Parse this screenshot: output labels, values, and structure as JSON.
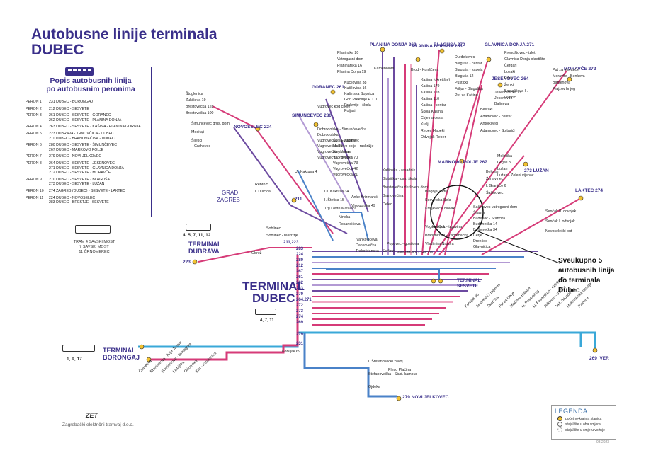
{
  "title": {
    "line1": "Autobusne linije terminala",
    "line2": "DUBEC"
  },
  "legend_panel": {
    "heading_line1": "Popis autobusnih linija",
    "heading_line2": "po autobusnim peronima",
    "perons": [
      {
        "label": "PERON 1",
        "lines": [
          "231 DUBEC - BORONGAJ"
        ]
      },
      {
        "label": "PERON 2",
        "lines": [
          "212 DUBEC - SESVETE"
        ]
      },
      {
        "label": "PERON 3",
        "lines": [
          "261 DUBEC - SESVETE - GORANEC",
          "262 DUBEC - SESVETE - PLANINA DONJA"
        ]
      },
      {
        "label": "PERON 4",
        "lines": [
          "263 DUBEC - SESVETE - KAŠINA - PLANINA GORNJA"
        ]
      },
      {
        "label": "PERON 5",
        "lines": [
          "223 DUBRAVA - TRNOVČICA - DUBEC",
          "211 DUBEC - BRANOVEČINA - DUBEC"
        ]
      },
      {
        "label": "PERON 6",
        "lines": [
          "280 DUBEC - SESVETE - ŠIMUNČEVEC",
          "267 DUBEC - MARKOVO POLJE"
        ]
      },
      {
        "label": "PERON 7",
        "lines": [
          "279 DUBEC - NOVI JELKOVEC"
        ]
      },
      {
        "label": "PERON 8",
        "lines": [
          "264 DUBEC - SESVETE - JESENOVEC",
          "271 DUBEC - SESVETE - GLAVNICA DONJA",
          "272 DUBEC - SESVETE - MORAVČE"
        ]
      },
      {
        "label": "PERON 9",
        "lines": [
          "270 DUBEC - SESVETE - BLAGUŠA",
          "273 DUBEC - SESVETE - LUŽAN"
        ]
      },
      {
        "label": "PERON 10",
        "lines": [
          "274 ZAGREB (DUBEC) - SESVETE - LAKTEC"
        ]
      },
      {
        "label": "PERON 11",
        "lines": [
          "224 DUBEC - NOVOSELEC",
          "283 DUBEC - BRESTJE - SESVETE"
        ]
      }
    ],
    "tram_lines": [
      "TRAM 4 SAVSKI MOST",
      "7 SAVSKI MOST",
      "11 ČRNOMEREC"
    ]
  },
  "terminals": {
    "dubec": {
      "name1": "TERMINAL",
      "name2": "DUBEC",
      "trams": "4, 7, 11"
    },
    "dubrava": {
      "name1": "TERMINAL",
      "name2": "DUBRAVA",
      "trams": "4, 5, 7, 11, 12"
    },
    "borongaj": {
      "name1": "TERMINAL",
      "name2": "BORONGAJ",
      "trams": "1, 9, 17"
    },
    "sesvete": {
      "name1": "TERMINAL",
      "name2": "SESVETE"
    },
    "grad": {
      "name1": "GRAD",
      "name2": "ZAGREB"
    }
  },
  "endpoints": [
    {
      "id": "262",
      "text": "PLANINA DONJA 262"
    },
    {
      "id": "263",
      "text": "PLANINA GORNJA 263"
    },
    {
      "id": "270",
      "text": "BLAGUŠA 270"
    },
    {
      "id": "271",
      "text": "GLAVNICA DONJA 271"
    },
    {
      "id": "272",
      "text": "MORAVČE 272"
    },
    {
      "id": "264",
      "text": "JESENOVEC 264"
    },
    {
      "id": "261",
      "text": "GORANEC 261"
    },
    {
      "id": "280",
      "text": "ŠIMUNČEVEC 280"
    },
    {
      "id": "224",
      "text": "NOVOSELEC 224"
    },
    {
      "id": "267",
      "text": "MARKOVO POLJE 267"
    },
    {
      "id": "273",
      "text": "273 LUŽAN"
    },
    {
      "id": "274",
      "text": "LAKTEC 274"
    },
    {
      "id": "211",
      "text": "211"
    },
    {
      "id": "223",
      "text": "223"
    },
    {
      "id": "269",
      "text": "269 IVER"
    },
    {
      "id": "279",
      "text": "279 NOVI JELKOVEC"
    }
  ],
  "stops": [
    "Planinska 20",
    "Vatrogasni dom",
    "Planinarska 16",
    "Planina Donja 19",
    "Kamenolom",
    "Kučilovina 38",
    "Kučilovina 16",
    "Kašinska Sopnica",
    "Gor. Prekvrije P. I. T.",
    "Prekvrije - škola",
    "Poljaki",
    "Brod - Kunščeva",
    "Kašina (okretište)",
    "Kašina 179",
    "Kašina 128",
    "Kašina 110",
    "Kašina - centar",
    "Škola Kašina",
    "Cvjetna cesta",
    "Kralji",
    "Reber, Habeki",
    "Odvojak Reber",
    "Đurđekovec",
    "Blaguša - centar",
    "Blaguša - kapela",
    "Blaguša 12",
    "Pustički",
    "Friljur - Blaguška",
    "Put za Kašinu",
    "Prepuštovec - izlet.",
    "Glavnica Donja okretište",
    "Čergari",
    "Lozaki",
    "Pilati",
    "Ženki",
    "Bastalićeva II.",
    "Filipčići",
    "Put za Moravče",
    "Moravče - Benkova",
    "Bahlenova",
    "Prajzov brijeg",
    "Jesenovečka 29",
    "Jesenovec",
    "Balićeva",
    "Beštaki",
    "Adamovec - centar",
    "Antolkovići",
    "Adamovec - Soltarići",
    "Molnička",
    "Grgati 8",
    "Lužan",
    "Lužan - Zeleni vijenac",
    "Belovar",
    "Žerjavinec",
    "I. Granjiće 6",
    "Šašinovec",
    "Šašinovec vatrogasni dom",
    "Šijavrh",
    "Budenec - Stančira",
    "Budenečka 14",
    "Budenečka 34",
    "Cerje",
    "Drenčec",
    "Glavničica",
    "Šenčak II. odvojak",
    "Šenčak I. odvojak",
    "Novoselečki put",
    "Štuglenica",
    "Žukićeva 19",
    "Brestovečka 128",
    "Brestovečka 100",
    "Šimunčevec druš. dom",
    "Modifaji",
    "Šiletići",
    "Grahovec",
    "Dobrodolska - Šimunčevečka",
    "Dobrodolska",
    "Vugrovečka - Grijakova",
    "Vugrovečka 58",
    "Vugrovečka - Vukasi",
    "Vugrovec D. - groblje",
    "Vugrovec kod crkve",
    "Škola Vugrovec",
    "Markovo polje - raskrižje",
    "Aleja mira",
    "Vugrovečka 70",
    "Vugrovečka 73",
    "Vugrovečka 42",
    "Vugrovečka 21",
    "Kašinska - rasadnik",
    "Bistrička - osn. škola",
    "Brestovečka društveni dom",
    "Branovečina",
    "Delec",
    "Anke Krizmanić",
    "Vinogorska 49",
    "Rebro 5",
    "I. Dulčića",
    "Ul. Kaktusa 4",
    "Ul. Kaktusa 34",
    "I. Štefica 15",
    "Trg Lovre Matačića",
    "Ninska",
    "Rosandićeva",
    "Ivankovićeva",
    "Dankovečka",
    "Trakošćanska - Selčina",
    "Popovec - gostiona",
    "Varaždinska - Selčina",
    "Soblinec",
    "Soblinec - raskrižje",
    "Obrež",
    "Vugrovečka",
    "Branimirova - Zagrebačka",
    "Vladimira Nazora",
    "Blagoja Zadra",
    "Sesvetska Sela",
    "Kraljevečki Novaki",
    "Kobiljak - trgovina",
    "Kobiljak 69",
    "Kobiljak 96",
    "Sesvetski Kraljevec",
    "Škorička",
    "Put za Cerje",
    "Mladena Halape",
    "Lj. Posavskog",
    "Lj. Posavskog - Kelekova",
    "Jelkovec - tržnica",
    "144. brigade",
    "Maksimirska naselja",
    "Ravnice",
    "I. Štefanovečki zavoj",
    "Štefanovečka - Stud. kampus",
    "Ojdeka",
    "Pleso Plaćina",
    "Čulinečka",
    "Branimirova - Anje Jarova",
    "Branimirova - Svetagora",
    "Ljubijska",
    "Grižanska",
    "Klin - Kolakovića"
  ],
  "route_labels": [
    "283",
    "224",
    "280",
    "212",
    "267",
    "261",
    "262",
    "263",
    "270",
    "264,271",
    "272",
    "273",
    "274",
    "269",
    "279",
    "231",
    "211,223"
  ],
  "note": {
    "line1": "Sveukupno 5",
    "line2": "autobusnih linija",
    "line3": "do terminala",
    "line4": "Dubec"
  },
  "map_legend": {
    "title": "LEGENDA",
    "items": [
      "početno-krajnja stanica",
      "stajalište u oba smjera",
      "stajalište u smjeru vožnje"
    ],
    "date": "08.2023"
  },
  "company": "Zagrebački električni tramvaj d.o.o.",
  "logo_text": "ZET",
  "colors": {
    "title": "#3a2f8a",
    "pink": "#d63b78",
    "lightpink": "#f0a8c4",
    "purple": "#6c4aa0",
    "lavender": "#b39ad4",
    "blue": "#4a82c8",
    "cyan": "#3aa8d8",
    "yellow": "#f2c230"
  }
}
